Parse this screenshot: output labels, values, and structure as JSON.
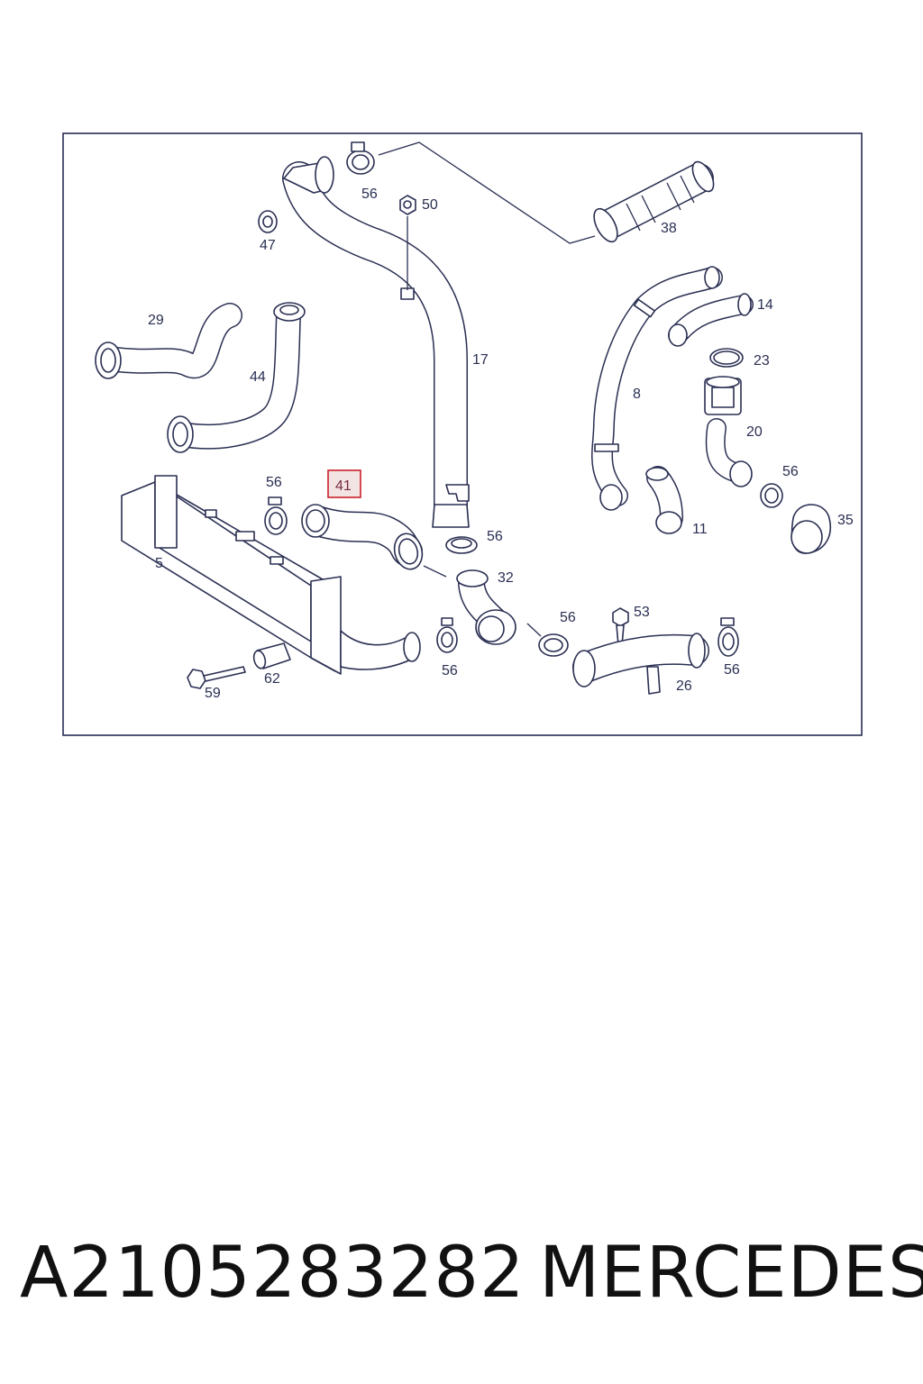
{
  "diagram": {
    "callouts": {
      "c56a": "56",
      "c50": "50",
      "c38": "38",
      "c47": "47",
      "c29": "29",
      "c44": "44",
      "c17": "17",
      "c14": "14",
      "c23": "23",
      "c8": "8",
      "c20": "20",
      "c56b": "56",
      "c35": "35",
      "c11": "11",
      "c56c": "56",
      "c41": "41",
      "c56d": "56",
      "c32": "32",
      "c5": "5",
      "c56e": "56",
      "c53": "53",
      "c56f": "56",
      "c56g": "56",
      "c59": "59",
      "c62": "62",
      "c26": "26"
    },
    "highlighted_part": "41",
    "highlight_color": "#c9202a"
  },
  "footer": {
    "part_number": "A2105283282",
    "brand": "MERCEDES"
  }
}
